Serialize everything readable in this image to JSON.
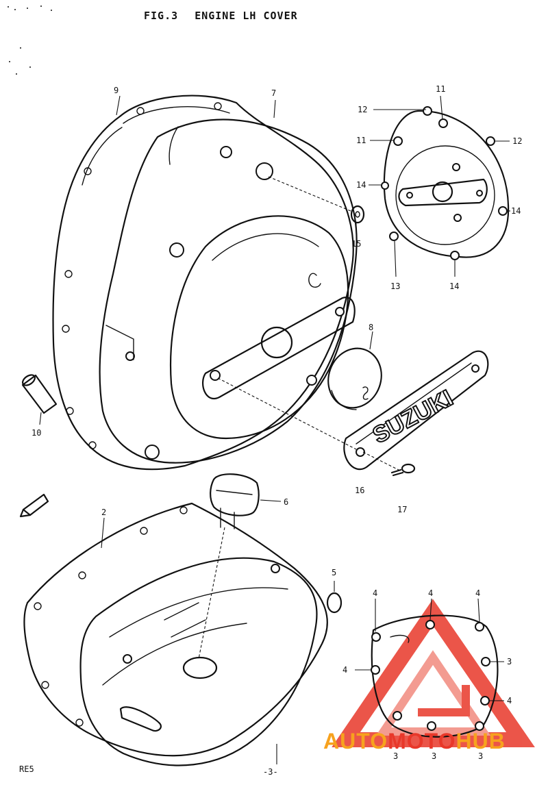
{
  "title": {
    "fig": "FIG.3",
    "name": "ENGINE LH COVER"
  },
  "brand_text": "SUZUKI",
  "labels": {
    "p2": "2",
    "p3a": "3",
    "p3b": "3",
    "p3c": "3",
    "p3d": "3",
    "p4a": "4",
    "p4b": "4",
    "p4c": "4",
    "p4d": "4",
    "p4e": "4",
    "p5": "5",
    "p6": "6",
    "p7": "7",
    "p8": "8",
    "p9": "9",
    "p10": "10",
    "p11a": "11",
    "p11b": "11",
    "p12a": "12",
    "p12b": "12",
    "p13": "13",
    "p14a": "14",
    "p14b": "14",
    "p14c": "14",
    "p15": "15",
    "p16": "16",
    "p17": "17"
  },
  "footer": {
    "code": "RE5",
    "page": "-3-"
  },
  "watermark": {
    "part1": "AUTO",
    "part2": "MOTO",
    "part3": "HUB",
    "color_orange": "#f7a21e",
    "color_red": "#e8382a"
  }
}
